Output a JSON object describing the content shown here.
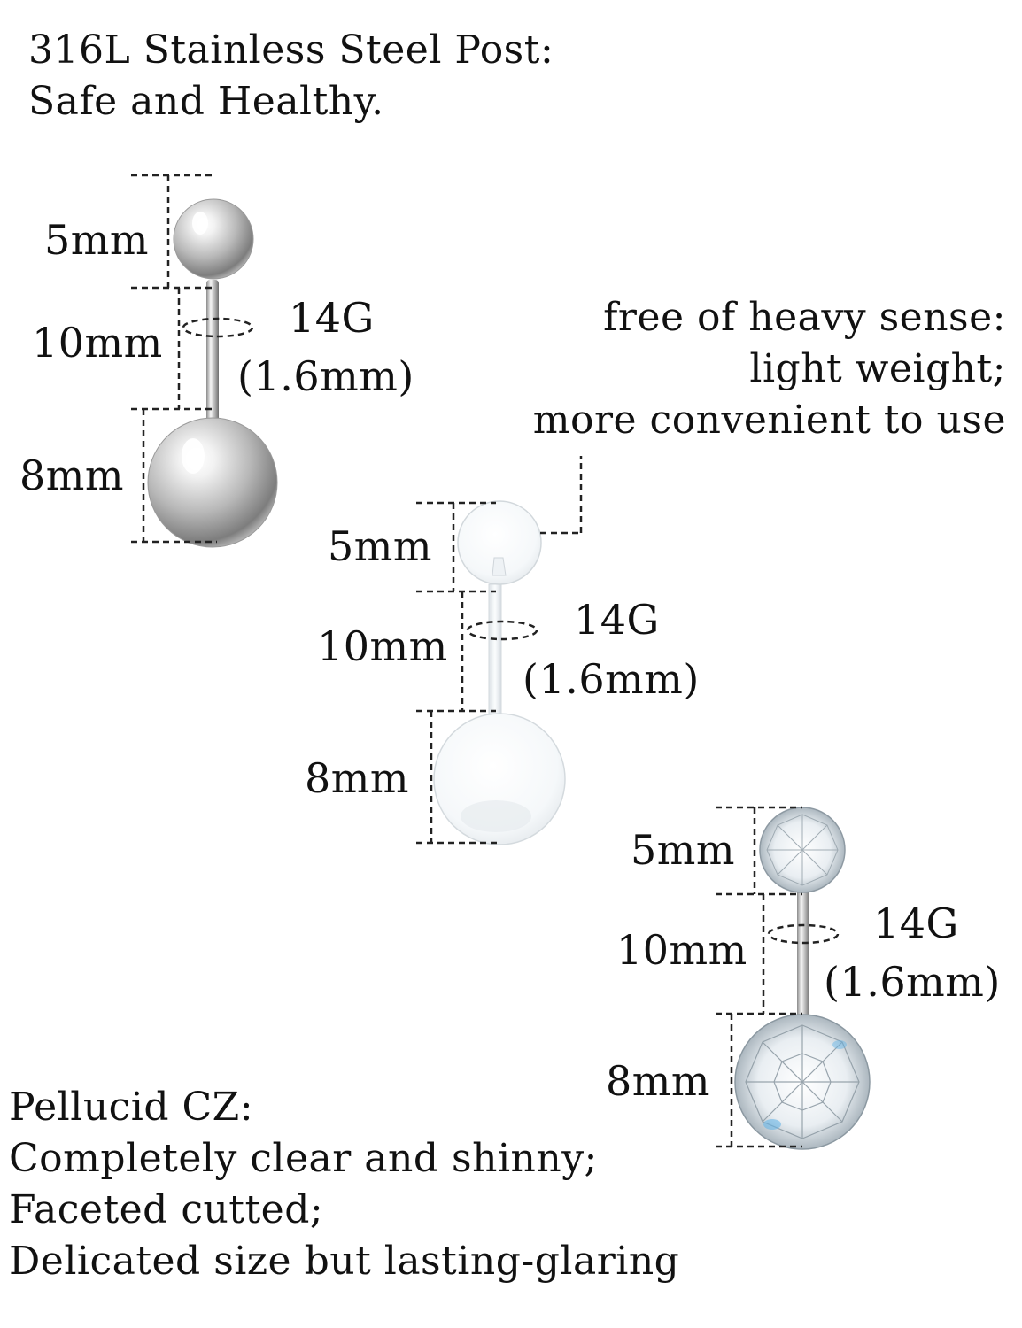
{
  "heading": {
    "line1": "316L Stainless Steel Post:",
    "line2": "Safe and Healthy."
  },
  "feature_right": {
    "line1": "free of heavy sense:",
    "line2": "light weight;",
    "line3": "more convenient to use"
  },
  "feature_bottom": {
    "line1": "Pellucid CZ:",
    "line2": "Completely clear and shinny;",
    "line3": "Faceted cutted;",
    "line4": "Delicated size but lasting-glaring"
  },
  "products": [
    {
      "style": "stainless-steel",
      "top_ball": "5mm",
      "bar_length": "10mm",
      "gauge": "14G",
      "gauge_mm": "(1.6mm)",
      "bottom_ball": "8mm"
    },
    {
      "style": "clear-acrylic",
      "top_ball": "5mm",
      "bar_length": "10mm",
      "gauge": "14G",
      "gauge_mm": "(1.6mm)",
      "bottom_ball": "8mm"
    },
    {
      "style": "cz-crystal",
      "top_ball": "5mm",
      "bar_length": "10mm",
      "gauge": "14G",
      "gauge_mm": "(1.6mm)",
      "bottom_ball": "8mm"
    }
  ],
  "colors": {
    "text": "#111111",
    "background": "#ffffff",
    "steel_highlight": "#f4f4f4",
    "steel_mid": "#b9b9b9",
    "steel_dark": "#5a5a5a",
    "clear_fill": "#f3f7fa",
    "clear_edge": "#d8dde2"
  }
}
